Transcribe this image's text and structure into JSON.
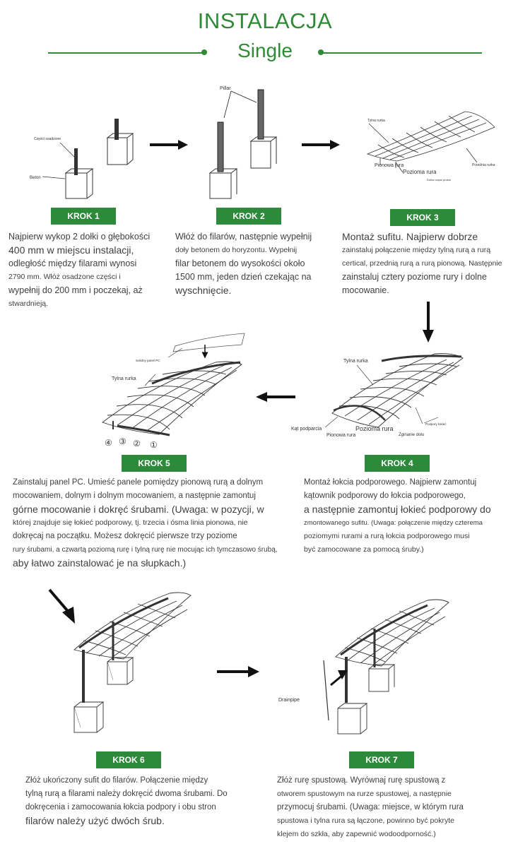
{
  "header": {
    "title": "INSTALACJA",
    "subtitle": "Single"
  },
  "colors": {
    "accent": "#2f8a36",
    "badge": "#2c8a3a"
  },
  "steps": [
    {
      "badge": "KROK 1",
      "labels": [
        "Części osadzone",
        "Beton"
      ],
      "lines": [
        "Najpierw wykop 2 dołki o głębokości",
        "400 mm w miejscu instalacji,",
        "odległość między filarami wynosi",
        "2790 mm. Włóż osadzone części i",
        "wypełnij do 200 mm i poczekaj, aż",
        "stwardnieją."
      ]
    },
    {
      "badge": "KROK 2",
      "labels": [
        "Pillar"
      ],
      "lines": [
        "Włóż do filarów, następnie wypełnij",
        "doły betonem do horyzontu. Wypełnij",
        "filar betonem do wysokości około",
        "1500 mm, jeden dzień czekając na",
        "wyschnięcie."
      ]
    },
    {
      "badge": "KROK 3",
      "labels": [
        "Tylna rurka",
        "Pionowa rura",
        "Pozioma rura",
        "Przednia rurka",
        "Dolna część prosto"
      ],
      "lines": [
        "Montaż sufitu. Najpierw dobrze",
        "zainstaluj połączenie między tylną rurą a rurą",
        "certical, przednią rurą a rurą pionową. Następnie",
        "zainstaluj cztery poziome rury i dolne",
        "mocowanie."
      ]
    },
    {
      "badge": "KROK 4",
      "labels": [
        "Tylna rurka",
        "Kąt podparcia",
        "Pozioma rura",
        "Pionowa rura",
        "Zginanie dołu",
        "Podpory łokieć"
      ],
      "lines": [
        "Montaż łokcia podporowego. Najpierw zamontuj",
        "kątownik podporowy do łokcia podporowego,",
        "a następnie zamontuj łokieć podporowy do",
        "zmontowanego sufitu. (Uwaga: połączenie między czterema",
        "poziomymi rurami a rurą łokcia podporowego musi",
        "być zamocowane za pomocą śruby.)"
      ]
    },
    {
      "badge": "KROK 5",
      "labels": [
        "Solidny panel PC",
        "Tylna rurka",
        "④",
        "③",
        "②",
        "①"
      ],
      "lines": [
        "Zainstaluj panel PC. Umieść panele pomiędzy pionową rurą a dolnym",
        "mocowaniem, dolnym i dolnym mocowaniem, a następnie zamontuj",
        "górne mocowanie i dokręć śrubami. (Uwaga: w pozycji, w",
        "której znajduje się łokieć podporowy, tj. trzecia i ósma linia pionowa, nie",
        "dokręcaj na początku. Możesz dokręcić pierwsze trzy poziome",
        "rury śrubami, a czwartą poziomą rurę i tylną rurę nie mocując ich tymczasowo śrubą,",
        "aby łatwo zainstalować je na słupkach.)"
      ]
    },
    {
      "badge": "KROK 6",
      "labels": [],
      "lines": [
        "Złóż ukończony sufit do filarów. Połączenie między",
        "tylną rurą a filarami należy dokręcić dwoma śrubami. Do",
        "dokręcenia i zamocowania łokcia podpory i obu stron",
        "filarów należy użyć dwóch śrub."
      ]
    },
    {
      "badge": "KROK 7",
      "labels": [
        "Drainpipe"
      ],
      "lines": [
        "Złóż rurę spustową. Wyrównaj rurę spustową z",
        "otworem spustowym na rurze spustowej, a następnie",
        "przymocuj śrubami. (Uwaga: miejsce, w którym rura",
        "spustowa i tylna rura są łączone, powinno być pokryte",
        "klejem do szkła, aby zapewnić wodoodporność.)"
      ]
    }
  ]
}
